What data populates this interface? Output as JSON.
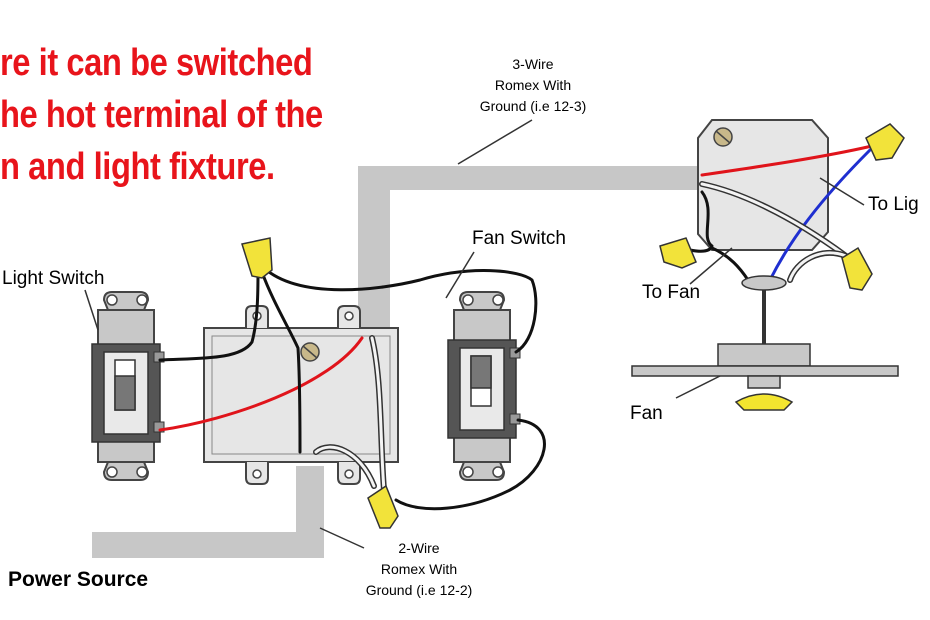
{
  "headline": {
    "line1": "re it can be switched",
    "line2": "he hot terminal of the",
    "line3": "n and light fixture."
  },
  "labels": {
    "three_wire": [
      "3-Wire",
      "Romex With",
      "Ground (i.e 12-3)"
    ],
    "two_wire": [
      "2-Wire",
      "Romex With",
      "Ground (i.e 12-2)"
    ],
    "fan_switch": "Fan Switch",
    "light_switch": "Light Switch",
    "to_light": "To Lig",
    "to_fan": "To Fan",
    "fan": "Fan",
    "power_source": "Power Source"
  },
  "colors": {
    "headline": "#e8141b",
    "hot_wire": "#e0141b",
    "neutral_wire": "#1f2fd0",
    "conduit": "#c7c7c7",
    "device": "#c8c8c8",
    "wire_nut": "#f2e33a",
    "fan_light": "#f3e52f"
  }
}
